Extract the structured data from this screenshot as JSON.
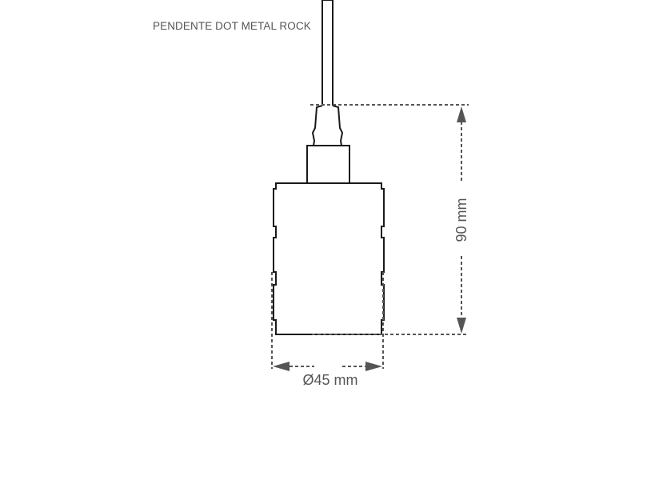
{
  "title": "PENDENTE DOT METAL ROCK",
  "dimensions": {
    "height_label": "90 mm",
    "diameter_label": "Ø45 mm"
  },
  "colors": {
    "outline": "#1a1a1a",
    "dimension": "#555555"
  }
}
